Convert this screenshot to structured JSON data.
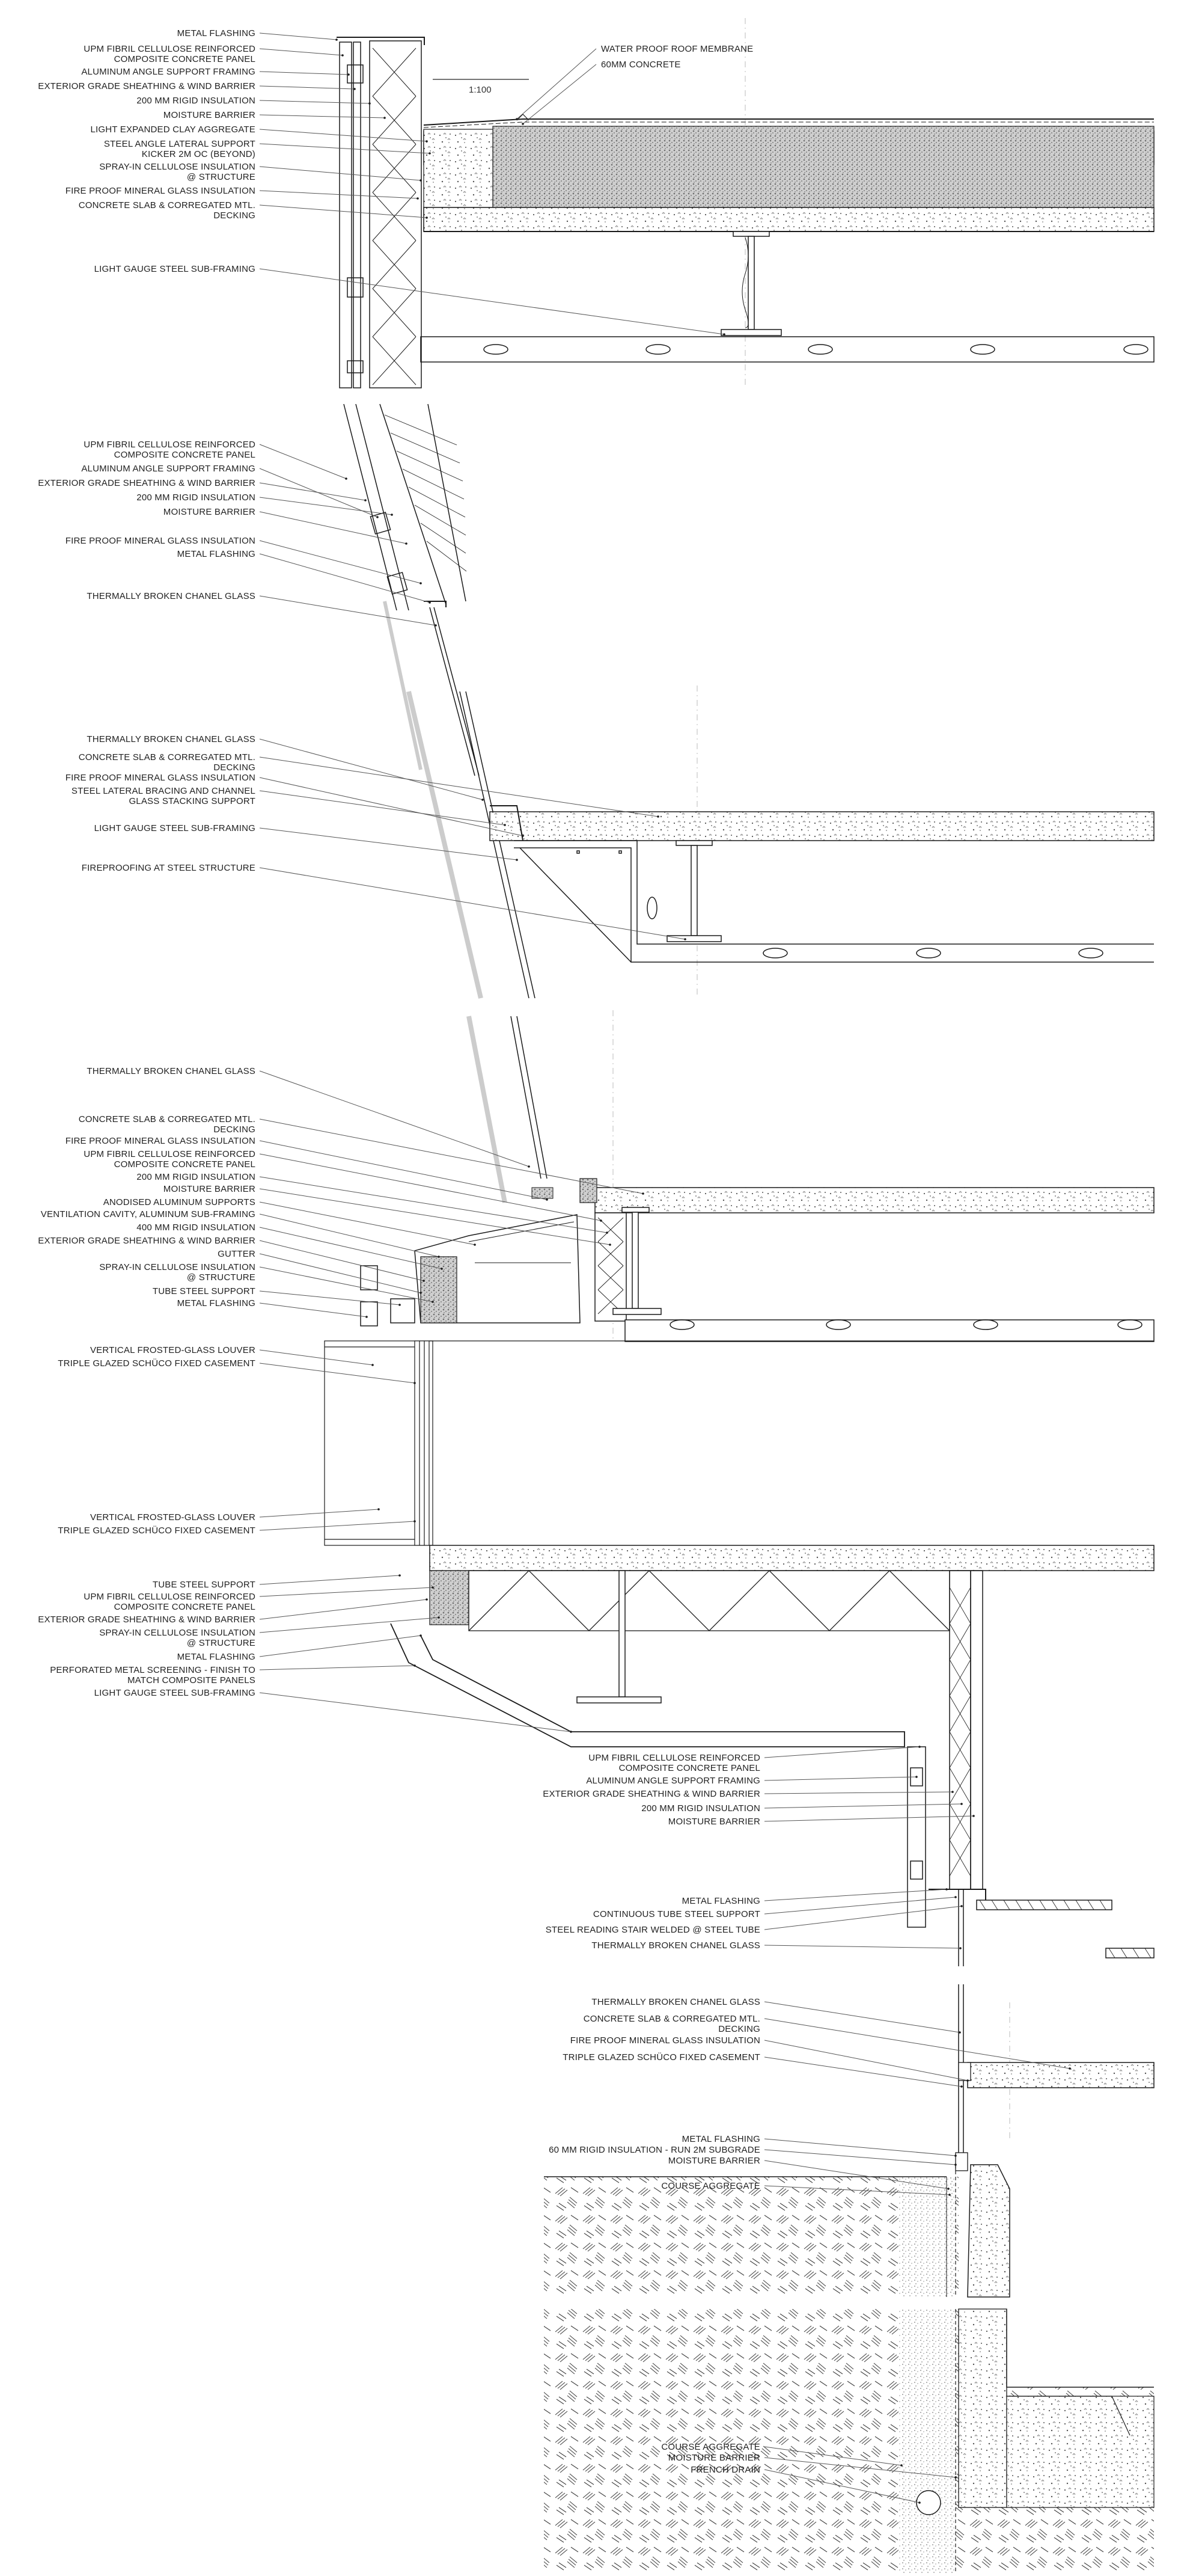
{
  "scale": "1:100",
  "colors": {
    "line": "#1a1a1a",
    "leader": "#555555",
    "background": "#ffffff",
    "concrete": "#cfcfcf",
    "glass_ghost": "#cccccc"
  },
  "section_1": {
    "left": [
      [
        "METAL FLASHING"
      ],
      [
        "UPM FIBRIL CELLULOSE REINFORCED",
        "COMPOSITE CONCRETE PANEL"
      ],
      [
        "ALUMINUM ANGLE SUPPORT FRAMING"
      ],
      [
        "EXTERIOR GRADE SHEATHING & WIND BARRIER"
      ],
      [
        "200 MM RIGID INSULATION"
      ],
      [
        "MOISTURE BARRIER"
      ],
      [
        "LIGHT EXPANDED CLAY AGGREGATE"
      ],
      [
        "STEEL ANGLE LATERAL SUPPORT",
        "KICKER 2M OC (BEYOND)"
      ],
      [
        "SPRAY-IN CELLULOSE INSULATION",
        "@ STRUCTURE"
      ],
      [
        "FIRE PROOF MINERAL GLASS INSULATION"
      ],
      [
        "CONCRETE SLAB & CORREGATED MTL.",
        "DECKING"
      ],
      [
        "LIGHT GAUGE STEEL SUB-FRAMING"
      ]
    ],
    "right": [
      [
        "WATER PROOF ROOF MEMBRANE"
      ],
      [
        "60MM CONCRETE"
      ]
    ]
  },
  "section_2": {
    "left": [
      [
        "UPM FIBRIL CELLULOSE REINFORCED",
        "COMPOSITE CONCRETE PANEL"
      ],
      [
        "ALUMINUM ANGLE SUPPORT FRAMING"
      ],
      [
        "EXTERIOR GRADE SHEATHING & WIND BARRIER"
      ],
      [
        "200 MM RIGID INSULATION"
      ],
      [
        "MOISTURE BARRIER"
      ],
      [
        "FIRE PROOF MINERAL GLASS INSULATION"
      ],
      [
        "METAL FLASHING"
      ],
      [
        "THERMALLY BROKEN CHANEL GLASS"
      ]
    ]
  },
  "section_3": {
    "left": [
      [
        "THERMALLY BROKEN CHANEL GLASS"
      ],
      [
        "CONCRETE SLAB & CORREGATED MTL.",
        "DECKING"
      ],
      [
        "FIRE PROOF MINERAL GLASS INSULATION"
      ],
      [
        "STEEL LATERAL BRACING AND CHANNEL",
        "GLASS STACKING SUPPORT"
      ],
      [
        "LIGHT GAUGE STEEL SUB-FRAMING"
      ],
      [
        "FIREPROOFING AT STEEL STRUCTURE"
      ]
    ]
  },
  "section_4": {
    "left": [
      [
        "THERMALLY BROKEN CHANEL GLASS"
      ],
      [
        "CONCRETE SLAB & CORREGATED MTL.",
        "DECKING"
      ],
      [
        "FIRE PROOF MINERAL GLASS INSULATION"
      ],
      [
        "UPM FIBRIL CELLULOSE REINFORCED",
        "COMPOSITE CONCRETE PANEL"
      ],
      [
        "200 MM RIGID INSULATION"
      ],
      [
        "MOISTURE BARRIER"
      ],
      [
        "ANODISED ALUMINUM SUPPORTS"
      ],
      [
        "VENTILATION CAVITY, ALUMINUM SUB-FRAMING"
      ],
      [
        "400 MM RIGID INSULATION"
      ],
      [
        "EXTERIOR GRADE SHEATHING & WIND BARRIER"
      ],
      [
        "GUTTER"
      ],
      [
        "SPRAY-IN CELLULOSE INSULATION",
        "@ STRUCTURE"
      ],
      [
        "TUBE STEEL SUPPORT"
      ],
      [
        "METAL FLASHING"
      ],
      [
        "VERTICAL FROSTED-GLASS LOUVER"
      ],
      [
        "TRIPLE GLAZED SCHÜCO FIXED CASEMENT"
      ],
      [
        "VERTICAL FROSTED-GLASS LOUVER"
      ],
      [
        "TRIPLE GLAZED SCHÜCO FIXED CASEMENT"
      ],
      [
        "TUBE STEEL SUPPORT"
      ],
      [
        "UPM FIBRIL CELLULOSE REINFORCED",
        "COMPOSITE CONCRETE PANEL"
      ],
      [
        "EXTERIOR GRADE SHEATHING & WIND BARRIER"
      ],
      [
        "SPRAY-IN CELLULOSE INSULATION",
        "@ STRUCTURE"
      ],
      [
        "METAL FLASHING"
      ],
      [
        "PERFORATED METAL SCREENING - FINISH TO",
        "MATCH COMPOSITE PANELS"
      ],
      [
        "LIGHT GAUGE STEEL SUB-FRAMING"
      ]
    ],
    "lower": [
      [
        "UPM FIBRIL CELLULOSE REINFORCED",
        "COMPOSITE CONCRETE PANEL"
      ],
      [
        "ALUMINUM ANGLE SUPPORT FRAMING"
      ],
      [
        "EXTERIOR GRADE SHEATHING & WIND BARRIER"
      ],
      [
        "200 MM RIGID INSULATION"
      ],
      [
        "MOISTURE BARRIER"
      ],
      [
        "METAL FLASHING"
      ],
      [
        "CONTINUOUS TUBE STEEL SUPPORT"
      ],
      [
        "STEEL READING STAIR WELDED @ STEEL TUBE"
      ],
      [
        "THERMALLY BROKEN CHANEL GLASS"
      ]
    ]
  },
  "section_5": {
    "left": [
      [
        "THERMALLY BROKEN CHANEL GLASS"
      ],
      [
        "CONCRETE SLAB & CORREGATED MTL.",
        "DECKING"
      ],
      [
        "FIRE PROOF MINERAL GLASS INSULATION"
      ],
      [
        "TRIPLE GLAZED SCHÜCO FIXED CASEMENT"
      ],
      [
        "METAL FLASHING"
      ],
      [
        "60 MM RIGID INSULATION - RUN 2M SUBGRADE"
      ],
      [
        "MOISTURE BARRIER"
      ],
      [
        "COURSE AGGREGATE"
      ]
    ],
    "lower": [
      [
        "COURSE AGGREGATE"
      ],
      [
        "MOISTURE BARRIER"
      ],
      [
        "FRENCH DRAIN"
      ]
    ]
  }
}
